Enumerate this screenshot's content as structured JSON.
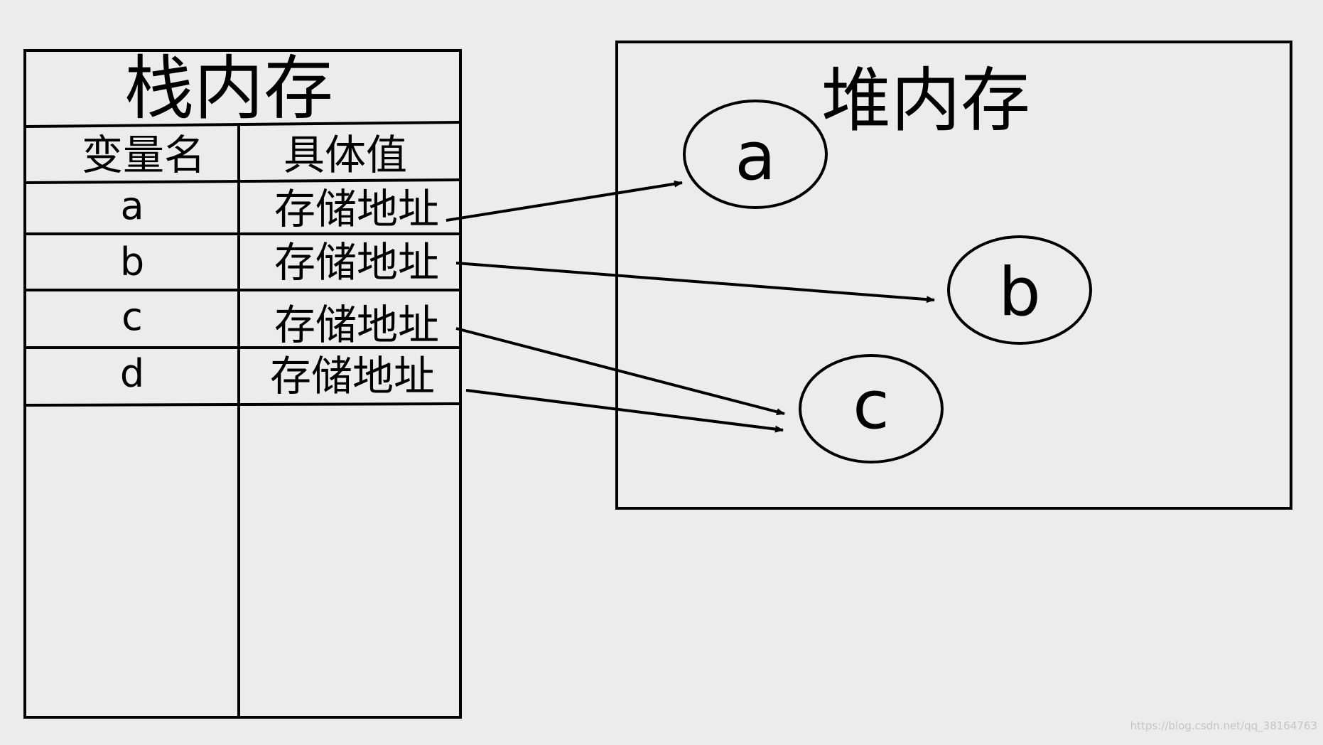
{
  "stack": {
    "title": "栈内存",
    "headers": {
      "name": "变量名",
      "value": "具体值"
    },
    "rows": [
      {
        "name": "a",
        "value": "存储地址"
      },
      {
        "name": "b",
        "value": "存储地址"
      },
      {
        "name": "c",
        "value": "存储地址"
      },
      {
        "name": "d",
        "value": "存储地址"
      }
    ]
  },
  "heap": {
    "title": "堆内存",
    "nodes": [
      "a",
      "b",
      "c"
    ]
  },
  "pointers": [
    {
      "from": "a",
      "to": "a"
    },
    {
      "from": "b",
      "to": "b"
    },
    {
      "from": "c",
      "to": "c"
    },
    {
      "from": "d",
      "to": "c"
    }
  ],
  "watermark": "https://blog.csdn.net/qq_38164763"
}
